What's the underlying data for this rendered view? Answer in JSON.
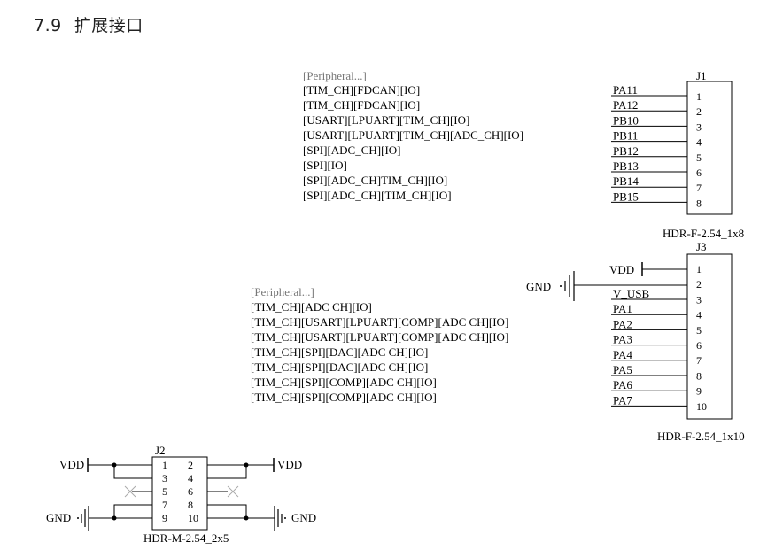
{
  "section": {
    "number": "7.9",
    "title": "扩展接口"
  },
  "j1": {
    "ref": "J1",
    "footprint": "HDR-F-2.54_1x8",
    "peripheral_header": "[Peripheral...]",
    "functions": [
      "[TIM_CH][FDCAN][IO]",
      "[TIM_CH][FDCAN][IO]",
      "[USART][LPUART][TIM_CH][IO]",
      "[USART][LPUART][TIM_CH][ADC_CH][IO]",
      "[SPI][ADC_CH][IO]",
      "[SPI][IO]",
      "[SPI][ADC_CH]TIM_CH][IO]",
      "[SPI][ADC_CH][TIM_CH][IO]"
    ],
    "nets": [
      "PA11",
      "PA12",
      "PB10",
      "PB11",
      "PB12",
      "PB13",
      "PB14",
      "PB15"
    ],
    "pins": [
      "1",
      "2",
      "3",
      "4",
      "5",
      "6",
      "7",
      "8"
    ]
  },
  "j3": {
    "ref": "J3",
    "footprint": "HDR-F-2.54_1x10",
    "peripheral_header": "[Peripheral...]",
    "functions": [
      "[TIM_CH][ADC CH][IO]",
      "[TIM_CH][USART][LPUART][COMP][ADC CH][IO]",
      "[TIM_CH][USART][LPUART][COMP][ADC CH][IO]",
      "[TIM_CH][SPI][DAC][ADC CH][IO]",
      "[TIM_CH][SPI][DAC][ADC CH][IO]",
      "[TIM_CH][SPI][COMP][ADC CH][IO]",
      "[TIM_CH][SPI][COMP][ADC CH][IO]"
    ],
    "power_nets": [
      "VDD",
      "GND"
    ],
    "nets": [
      "V_USB",
      "PA1",
      "PA2",
      "PA3",
      "PA4",
      "PA5",
      "PA6",
      "PA7"
    ],
    "pins": [
      "1",
      "2",
      "3",
      "4",
      "5",
      "6",
      "7",
      "8",
      "9",
      "10"
    ]
  },
  "j2": {
    "ref": "J2",
    "footprint": "HDR-M-2.54_2x5",
    "left_pins": [
      "1",
      "3",
      "5",
      "7",
      "9"
    ],
    "right_pins": [
      "2",
      "4",
      "6",
      "8",
      "10"
    ],
    "left_top_net": "VDD",
    "right_top_net": "VDD",
    "left_bottom_net": "GND",
    "right_bottom_net": "GND"
  },
  "colors": {
    "wire": "#000000",
    "peripheral_header": "#777777",
    "no_connect": "#aaaaaa"
  }
}
